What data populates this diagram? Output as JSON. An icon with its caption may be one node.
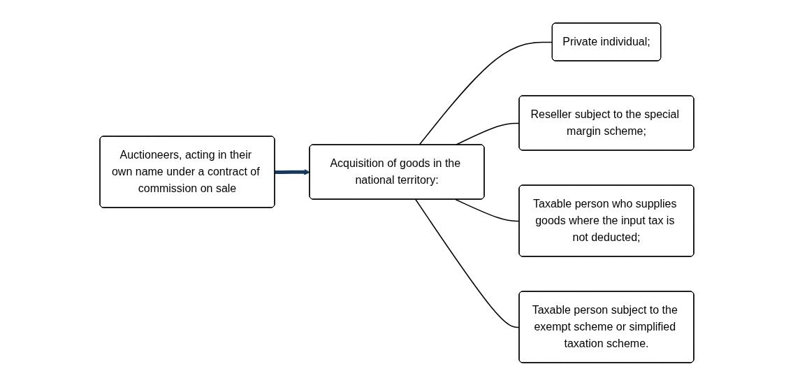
{
  "diagram": {
    "nodes": [
      {
        "text": [
          "Auctioneers, acting in their own name under a contract of commission on sale"
        ]
      },
      {
        "text": [
          "Acquisition of goods in the national territory:"
        ]
      },
      {
        "text": [
          "Private individual;"
        ]
      },
      {
        "text": [
          "Reseller subject to the special margin scheme;"
        ]
      },
      {
        "text": [
          "Taxable person who supplies goods where the input tax is not deducted;"
        ]
      },
      {
        "text": [
          "Taxable person subject to the exempt scheme or simplified taxation scheme."
        ]
      }
    ],
    "edges": [
      {
        "from": 0,
        "to": 1,
        "arrow": "to",
        "style": "thick",
        "color": "#17375e"
      },
      {
        "from": 1,
        "to": 2,
        "arrow": "none"
      },
      {
        "from": 1,
        "to": 3,
        "arrow": "none"
      },
      {
        "from": 1,
        "to": 4,
        "arrow": "none"
      },
      {
        "from": 1,
        "to": 5,
        "arrow": "none"
      }
    ]
  }
}
